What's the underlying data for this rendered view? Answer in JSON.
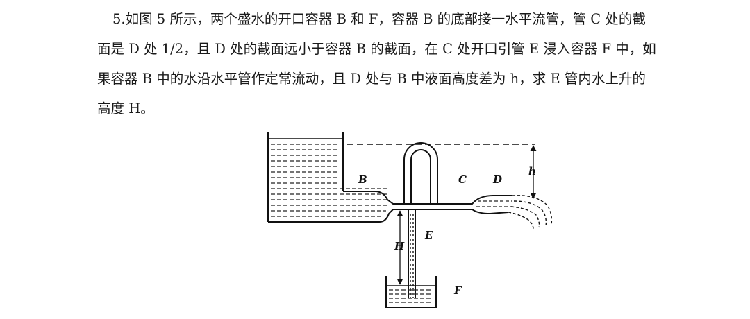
{
  "problem": {
    "line1": "5.如图 5 所示，两个盛水的开口容器 B 和 F，容器 B 的底部接一水平流管，管 C 处的截",
    "line2": "面是 D 处 1/2，且 D 处的截面远小于容器 B 的截面，在 C 处开口引管 E 浸入容器 F 中，如",
    "line3": "果容器 B 中的水沿水平管作定常流动，且 D 处与 B 中液面高度差为 h，求 E 管内水上升的",
    "line4": "高度 H。"
  },
  "figure": {
    "label_b": "B",
    "label_c": "C",
    "label_d": "D",
    "label_e": "E",
    "label_f": "F",
    "label_h_small": "h",
    "label_h_big": "H"
  }
}
